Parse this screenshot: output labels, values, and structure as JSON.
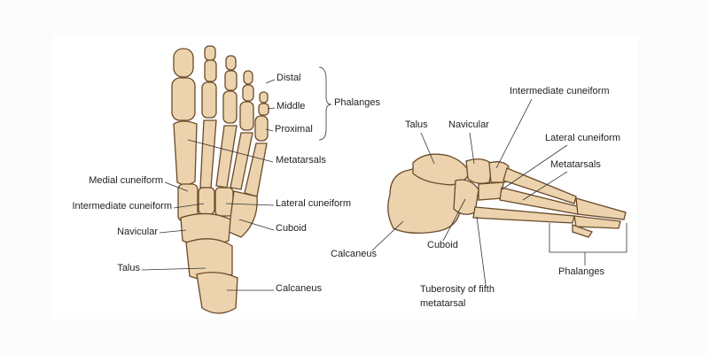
{
  "colors": {
    "bone": "#ecd3ad",
    "outline": "#6b4a2a",
    "background": "#fcfcfc",
    "panel": "#ffffff"
  },
  "dorsal_view": {
    "distal": "Distal",
    "middle": "Middle",
    "proximal": "Proximal",
    "phalanges": "Phalanges",
    "metatarsals": "Metatarsals",
    "medial_cuneiform": "Medial cuneiform",
    "intermediate_cuneiform": "Intermediate cuneiform",
    "lateral_cuneiform": "Lateral cuneiform",
    "navicular": "Navicular",
    "cuboid": "Cuboid",
    "talus": "Talus",
    "calcaneus": "Calcaneus"
  },
  "lateral_view": {
    "intermediate_cuneiform": "Intermediate cuneiform",
    "talus": "Talus",
    "navicular": "Navicular",
    "lateral_cuneiform": "Lateral cuneiform",
    "metatarsals": "Metatarsals",
    "calcaneus": "Calcaneus",
    "cuboid": "Cuboid",
    "tuberosity_line1": "Tuberosity of fifth",
    "tuberosity_line2": "metatarsal",
    "phalanges": "Phalanges"
  }
}
